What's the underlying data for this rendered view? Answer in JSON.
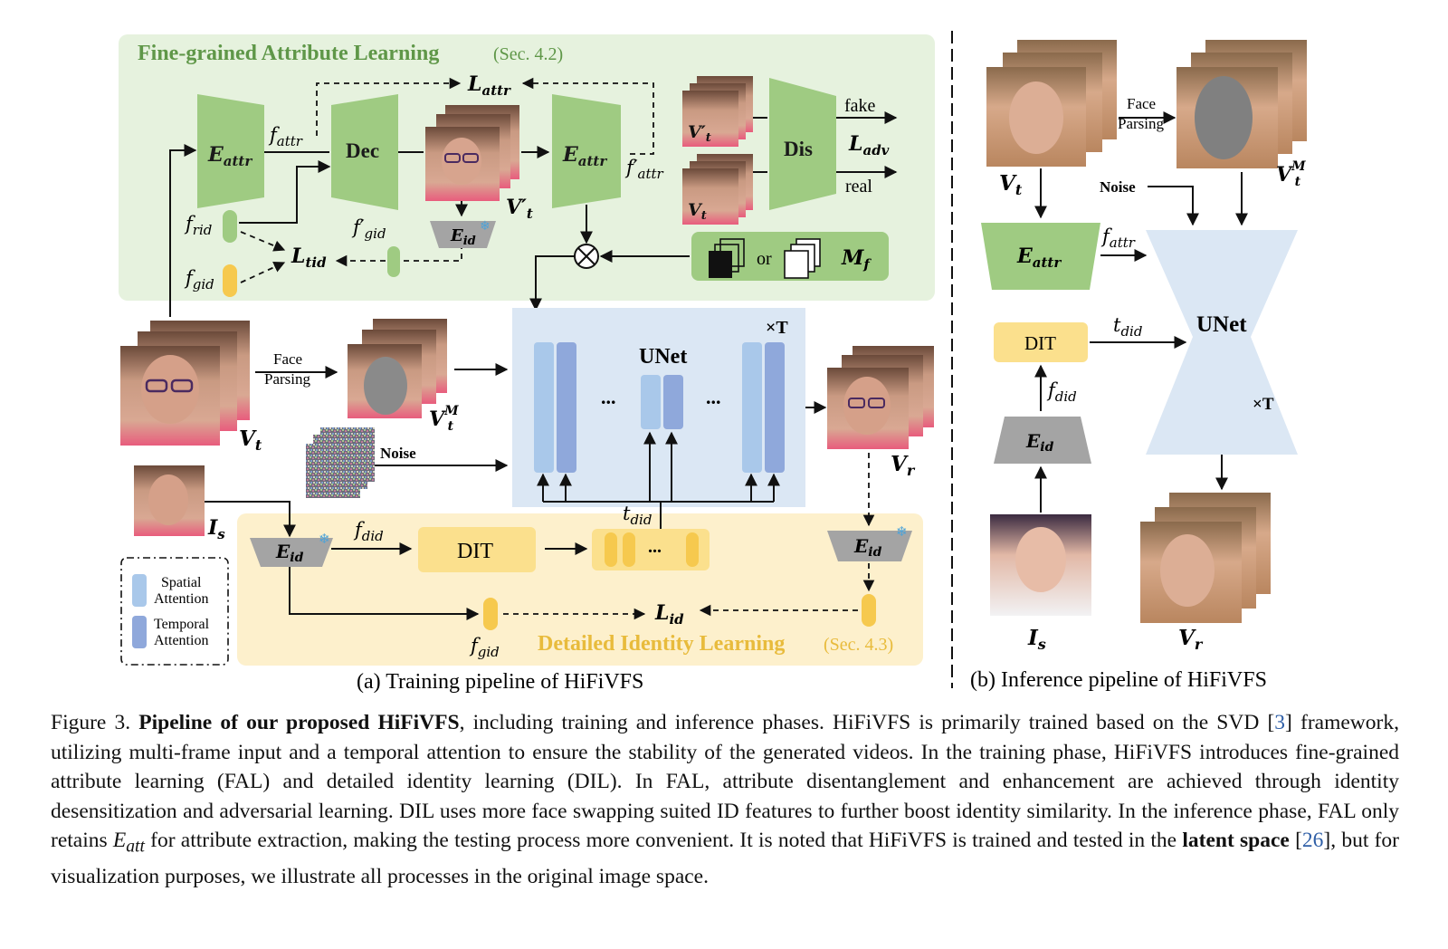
{
  "training": {
    "fal_title": "Fine-grained Attribute Learning",
    "fal_sec": "(Sec. 4.2)",
    "dil_title": "Detailed Identity Learning",
    "dil_sec": "(Sec. 4.3)",
    "panel_caption": "(a) Training pipeline of HiFiVFS",
    "e_attr": "E",
    "e_attr_sub": "attr",
    "dec": "Dec",
    "dis": "Dis",
    "fake": "fake",
    "real": "real",
    "l_attr": "L",
    "l_attr_sub": "attr",
    "l_adv": "L",
    "l_adv_sub": "adv",
    "l_tid": "L",
    "l_tid_sub": "tid",
    "l_id": "L",
    "l_id_sub": "id",
    "f_attr": "f",
    "f_attr_sub": "attr",
    "f_attr_prime": "f′",
    "f_rid": "f",
    "f_rid_sub": "rid",
    "f_gid": "f",
    "f_gid_sub": "gid",
    "f_gid_prime": "f′",
    "e_id": "E",
    "e_id_sub": "id",
    "vt_prime": "V′",
    "vt_prime_sub": "t",
    "vt": "V",
    "vt_sub": "t",
    "vtm": "V",
    "vtm_sup": "M",
    "vtm_sub": "t",
    "or": "or",
    "mf": "M",
    "mf_sub": "f",
    "face_parsing_1": "Face",
    "face_parsing_2": "Parsing",
    "unet": "UNet",
    "times_t": "×T",
    "dots": "...",
    "noise": "Noise",
    "vr": "V",
    "vr_sub": "r",
    "is": "I",
    "is_sub": "s",
    "f_did": "f",
    "f_did_sub": "did",
    "t_did": "t",
    "t_did_sub": "did",
    "dit": "DIT",
    "legend_spatial_1": "Spatial",
    "legend_spatial_2": "Attention",
    "legend_temporal_1": "Temporal",
    "legend_temporal_2": "Attention"
  },
  "inference": {
    "panel_caption": "(b) Inference pipeline of HiFiVFS",
    "face_parsing_1": "Face",
    "face_parsing_2": "Parsing",
    "noise": "Noise",
    "unet": "UNet",
    "times_t": "×T",
    "dit": "DIT"
  },
  "caption": {
    "lead": "Figure 3. ",
    "bold_title": "Pipeline of our proposed HiFiVFS",
    "part1": ", including training and inference phases. HiFiVFS is primarily trained based on the SVD [",
    "ref1": "3",
    "part2": "] framework, utilizing multi-frame input and a temporal attention to ensure the stability of the generated videos. In the training phase, HiFiVFS introduces fine-grained attribute learning (FAL) and detailed identity learning (DIL). In FAL, attribute disentanglement and enhancement are achieved through identity desensitization and adversarial learning. DIL uses more face swapping suited ID features to further boost identity similarity. In the inference phase, FAL only retains ",
    "math": "E",
    "math_sub": "att",
    "part3": " for attribute extraction, making the testing process more convenient. It is noted that HiFiVFS is trained and tested in the ",
    "bold_latent": "latent space",
    "part4": " [",
    "ref2": "26",
    "part5": "], but for visualization purposes, we illustrate all processes in the original image space."
  },
  "colors": {
    "fal_bg": "#e6f2de",
    "dil_bg": "#fdf0cc",
    "green_block": "#9fcb82",
    "gray_block": "#a4a4a4",
    "unet_bg": "#dbe7f4",
    "spatial": "#a9c8ea",
    "temporal": "#8fa8db",
    "dit_yellow": "#fbe08d",
    "token_yellow": "#f6c94e",
    "dil_title": "#e8bb3c",
    "fal_title": "#5f9748",
    "ref_blue": "#2f5fa7"
  }
}
